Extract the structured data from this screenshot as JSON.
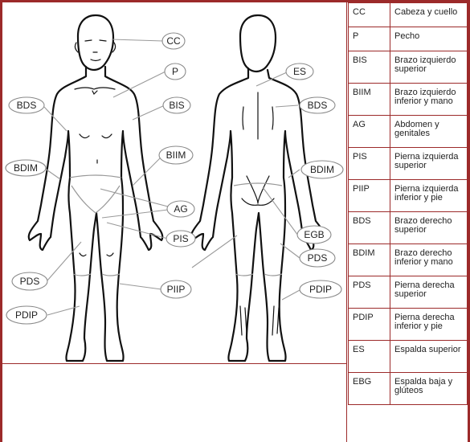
{
  "labels": {
    "cc": "CC",
    "p": "P",
    "bds_front": "BDS",
    "bis": "BIS",
    "bdim_front": "BDIM",
    "biim": "BIIM",
    "ag": "AG",
    "pis": "PIS",
    "pds_front": "PDS",
    "piip": "PIIP",
    "pdip_front": "PDIP",
    "es": "ES",
    "bds_back": "BDS",
    "bdim_back": "BDIM",
    "egb": "EGB",
    "pds_back": "PDS",
    "pdip_back": "PDIP"
  },
  "legend": [
    {
      "code": "CC",
      "text": "Cabeza y cuello"
    },
    {
      "code": "P",
      "text": "Pecho"
    },
    {
      "code": "BIS",
      "text": "Brazo izquierdo superior"
    },
    {
      "code": "BIIM",
      "text": "Brazo izquierdo inferior y mano"
    },
    {
      "code": "AG",
      "text": "Abdomen y genitales"
    },
    {
      "code": "PIS",
      "text": "Pierna izquierda superior"
    },
    {
      "code": "PIIP",
      "text": "Pierna izquierda inferior y pie"
    },
    {
      "code": "BDS",
      "text": "Brazo derecho superior"
    },
    {
      "code": "BDIM",
      "text": "Brazo derecho inferior y mano"
    },
    {
      "code": "PDS",
      "text": "Pierna derecha superior"
    },
    {
      "code": "PDIP",
      "text": "Pierna derecha inferior y pie"
    },
    {
      "code": "ES",
      "text": "Espalda superior"
    },
    {
      "code": "EBG",
      "text": "Espalda baja y glúteos"
    }
  ],
  "colors": {
    "border": "#9c2a2a",
    "line": "#111111",
    "leader": "#9a9a9a"
  }
}
